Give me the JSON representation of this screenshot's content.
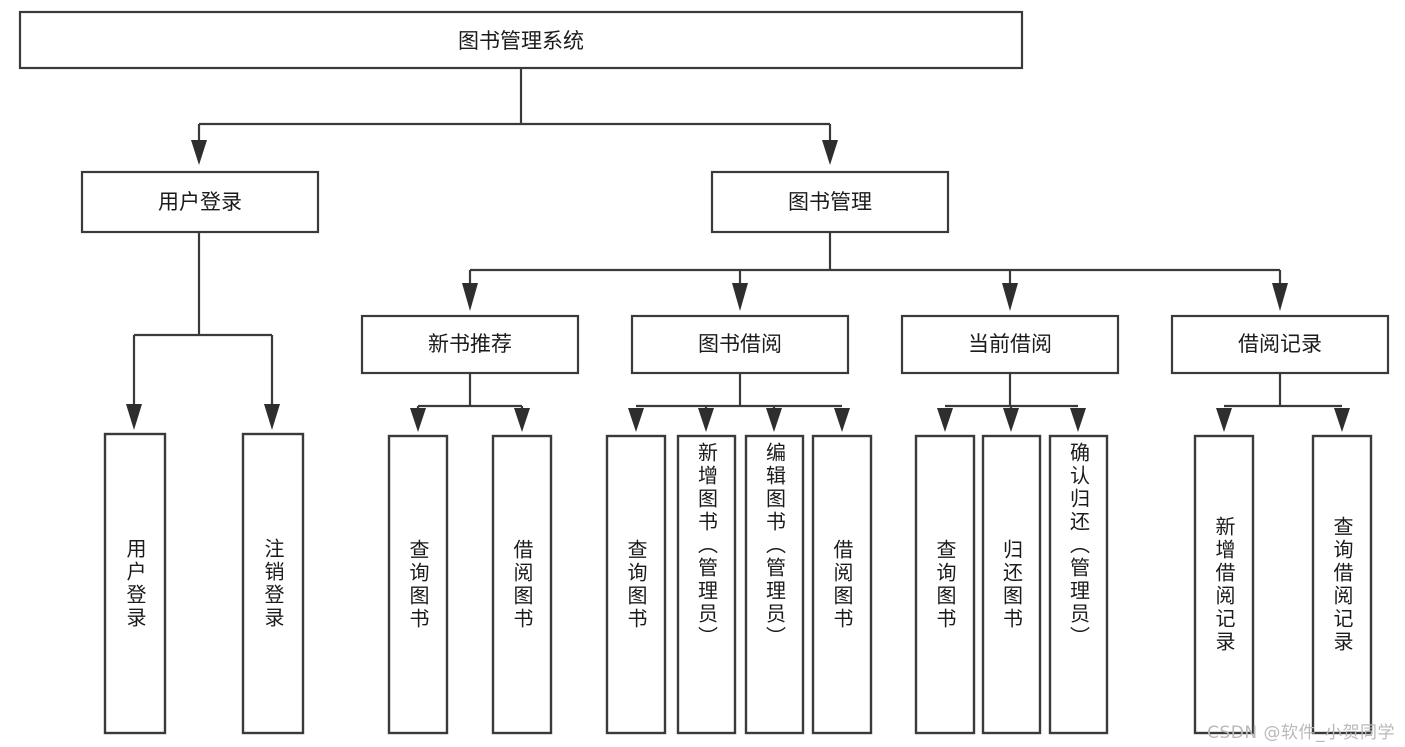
{
  "diagram": {
    "type": "tree",
    "title": "图书管理系统",
    "root": {
      "id": "root",
      "label": "图书管理系统",
      "orientation": "horizontal"
    },
    "level1": [
      {
        "id": "user-login",
        "label": "用户登录",
        "orientation": "horizontal"
      },
      {
        "id": "book-management",
        "label": "图书管理",
        "orientation": "horizontal"
      }
    ],
    "level2": [
      {
        "id": "new-book-recommend",
        "label": "新书推荐",
        "parent": "book-management",
        "orientation": "horizontal"
      },
      {
        "id": "book-borrow",
        "label": "图书借阅",
        "parent": "book-management",
        "orientation": "horizontal"
      },
      {
        "id": "current-borrow",
        "label": "当前借阅",
        "parent": "book-management",
        "orientation": "horizontal"
      },
      {
        "id": "borrow-record",
        "label": "借阅记录",
        "parent": "book-management",
        "orientation": "horizontal"
      }
    ],
    "leaves": [
      {
        "id": "leaf-user-login",
        "label": "用户登录",
        "parent": "user-login",
        "orientation": "vertical"
      },
      {
        "id": "leaf-logout-login",
        "label": "注销登录",
        "parent": "user-login",
        "orientation": "vertical"
      },
      {
        "id": "leaf-query-book-1",
        "label": "查询图书",
        "parent": "new-book-recommend",
        "orientation": "vertical"
      },
      {
        "id": "leaf-borrow-book-1",
        "label": "借阅图书",
        "parent": "new-book-recommend",
        "orientation": "vertical"
      },
      {
        "id": "leaf-query-book-2",
        "label": "查询图书",
        "parent": "book-borrow",
        "orientation": "vertical"
      },
      {
        "id": "leaf-add-book",
        "label": "新增图书（管理员）",
        "parent": "book-borrow",
        "orientation": "vertical"
      },
      {
        "id": "leaf-edit-book",
        "label": "编辑图书（管理员）",
        "parent": "book-borrow",
        "orientation": "vertical"
      },
      {
        "id": "leaf-borrow-book-2",
        "label": "借阅图书",
        "parent": "book-borrow",
        "orientation": "vertical"
      },
      {
        "id": "leaf-query-book-3",
        "label": "查询图书",
        "parent": "current-borrow",
        "orientation": "vertical"
      },
      {
        "id": "leaf-return-book",
        "label": "归还图书",
        "parent": "current-borrow",
        "orientation": "vertical"
      },
      {
        "id": "leaf-confirm-return",
        "label": "确认归还（管理员）",
        "parent": "current-borrow",
        "orientation": "vertical"
      },
      {
        "id": "leaf-add-record",
        "label": "新增借阅记录",
        "parent": "borrow-record",
        "orientation": "vertical"
      },
      {
        "id": "leaf-query-record",
        "label": "查询借阅记录",
        "parent": "borrow-record",
        "orientation": "vertical"
      }
    ]
  },
  "watermark": {
    "text": "CSDN @软件_小贺同学"
  },
  "colors": {
    "background": "#ffffff",
    "box_fill": "#ffffff",
    "box_stroke": "#3a3a3a",
    "text": "#1b1b1b",
    "watermark": "#b9b9b9"
  }
}
